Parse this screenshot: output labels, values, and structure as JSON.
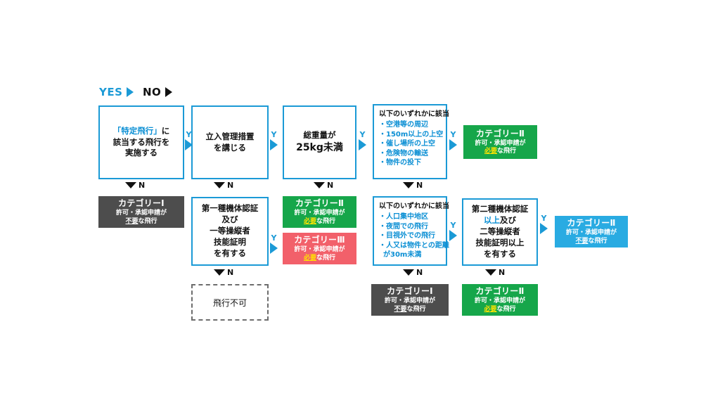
{
  "legend": {
    "yes_label": "YES",
    "no_label": "NO"
  },
  "connector_labels": {
    "yes": "Y",
    "no": "N"
  },
  "colors": {
    "blue_border": "#1b9ad6",
    "blue_text": "#0b8fd4",
    "grey_box": "#4d4d4d",
    "green_box": "#16a64a",
    "red_box": "#f2606a",
    "light_blue_box": "#29abe2",
    "highlight_yellow": "#ffe400"
  },
  "nodes": {
    "q1": {
      "line1a": "「特定飛行」",
      "line1b": "に",
      "line2": "該当する飛行を",
      "line3": "実施する"
    },
    "q2": {
      "line1": "立入管理措置",
      "line2": "を講じる"
    },
    "q3": {
      "line1": "総重量が",
      "line2": "25kg未満"
    },
    "q4": {
      "header": "以下のいずれかに該当",
      "items": [
        "・空港等の周辺",
        "・150m以上の上空",
        "・催し場所の上空",
        "・危険物の輸送",
        "・物件の投下"
      ]
    },
    "q5": {
      "header": "以下のいずれかに該当",
      "items": [
        "・人口集中地区",
        "・夜間での飛行",
        "・目視外での飛行",
        "・人又は物件との距離"
      ],
      "item_cont": "が30m未満"
    },
    "q6": {
      "line1": "第一種機体認証",
      "line2": "及び",
      "line3": "一等操縦者",
      "line4": "技能証明",
      "line5": "を有する"
    },
    "q7": {
      "line1": "第二種機体認証",
      "line2a": "以上",
      "line2b": "及び",
      "line3": "二等操縦者",
      "line4": "技能証明以上",
      "line5": "を有する"
    },
    "r_cat1_a": {
      "title": "カテゴリーⅠ",
      "sub": "許可・承認申請が",
      "sub_pre": "",
      "sub_mark": "不要",
      "sub_post": "な飛行"
    },
    "r_cat1_b": {
      "title": "カテゴリーⅠ",
      "sub": "許可・承認申請が",
      "sub_mark": "不要",
      "sub_post": "な飛行"
    },
    "r_cat2_green_top": {
      "title": "カテゴリーⅡ",
      "sub": "許可・承認申請が",
      "sub_mark": "必要",
      "sub_post": "な飛行"
    },
    "r_cat2_green_mid": {
      "title": "カテゴリーⅡ",
      "sub": "許可・承認申請が",
      "sub_mark": "必要",
      "sub_post": "な飛行"
    },
    "r_cat2_green_bottom": {
      "title": "カテゴリーⅡ",
      "sub": "許可・承認申請が",
      "sub_mark": "必要",
      "sub_post": "な飛行"
    },
    "r_cat3_red": {
      "title": "カテゴリーⅢ",
      "sub": "許可・承認申請が",
      "sub_mark": "必要",
      "sub_post": "な飛行"
    },
    "r_cat2_lblue": {
      "title": "カテゴリーⅡ",
      "sub": "許可・承認申請が",
      "sub_mark": "不要",
      "sub_post": "な飛行"
    },
    "r_nofly": {
      "label": "飛行不可"
    }
  }
}
